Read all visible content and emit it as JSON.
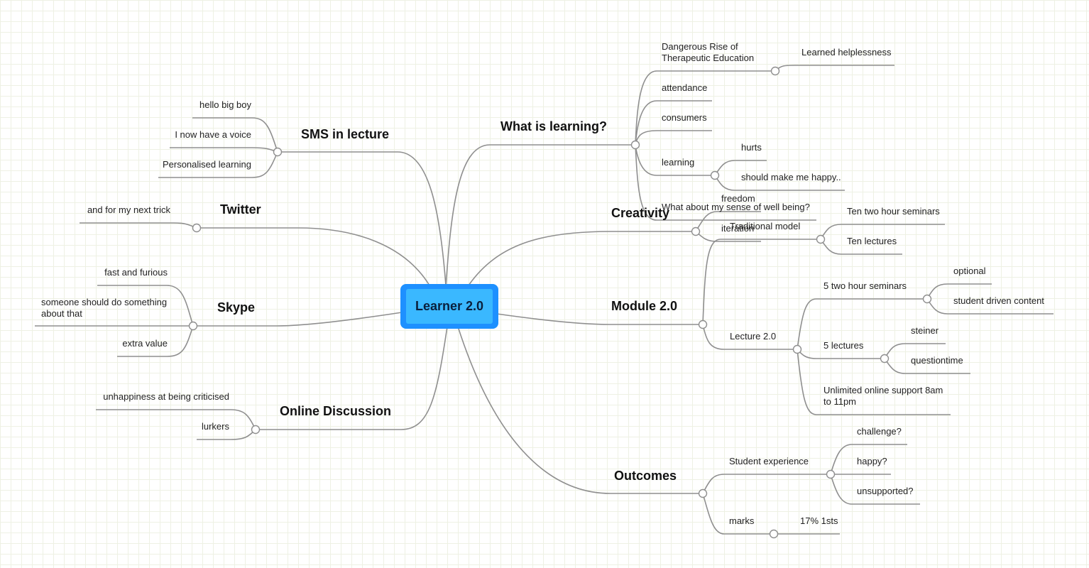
{
  "central_topic": "Learner 2.0",
  "branches": {
    "what_is_learning": {
      "label": "What is learning?",
      "dangerous_rise": {
        "line1": "Dangerous Rise of",
        "line2": "Therapeutic Education"
      },
      "learned_helplessness": "Learned helplessness",
      "attendance": "attendance",
      "consumers": "consumers",
      "learning": "learning",
      "hurts": "hurts",
      "should_make_me_happy": "should make me happy..",
      "well_being": "What about my sense of well being?"
    },
    "creativity": {
      "label": "Creativity",
      "freedom": "freedom",
      "iteration": "iteration"
    },
    "module": {
      "label": "Module 2.0",
      "traditional_model": "Traditional model",
      "ten_two_hour_seminars": "Ten two hour seminars",
      "ten_lectures": "Ten lectures",
      "lecture_2": "Lecture 2.0",
      "five_two_hour_seminars": "5 two hour seminars",
      "optional": "optional",
      "student_driven_content": "student driven content",
      "five_lectures": "5 lectures",
      "steiner": "steiner",
      "questiontime": "questiontime",
      "unlimited_support": {
        "line1": "Unlimited online support 8am",
        "line2": "to 11pm"
      }
    },
    "outcomes": {
      "label": "Outcomes",
      "student_experience": "Student experience",
      "challenge": "challenge?",
      "happy": "happy?",
      "unsupported": "unsupported?",
      "marks": "marks",
      "firsts": "17% 1sts"
    },
    "sms": {
      "label": "SMS in lecture",
      "hello_big_boy": "hello big boy",
      "voice": "I now have a voice",
      "personalised": "Personalised learning"
    },
    "twitter": {
      "label": "Twitter",
      "next_trick": "and for my next trick"
    },
    "skype": {
      "label": "Skype",
      "fast_furious": "fast and furious",
      "someone": {
        "line1": "someone should do something",
        "line2": "about that"
      },
      "extra_value": "extra value"
    },
    "online_discussion": {
      "label": "Online Discussion",
      "unhappiness": "unhappiness at being criticised",
      "lurkers": "lurkers"
    }
  },
  "colors": {
    "central_border": "#1e90ff",
    "central_fill": "#3ab8ff",
    "connector": "#8f8f8f",
    "grid": "#eef1e4"
  }
}
